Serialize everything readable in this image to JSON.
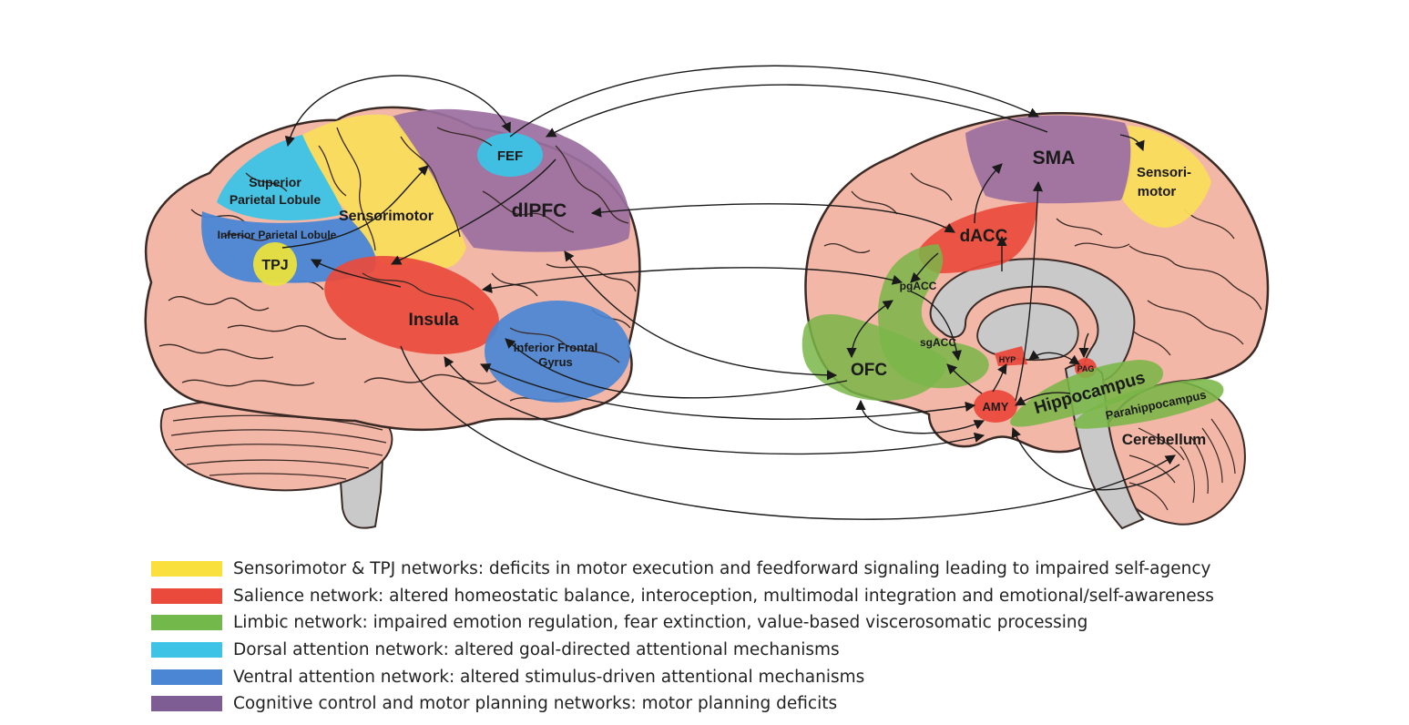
{
  "colors": {
    "brain": "#f2b7a6",
    "brain_edge": "#3a2a26",
    "sensorimotor": "#f9dc5c",
    "salience": "#ea4a3c",
    "limbic": "#7ab648",
    "dorsal": "#3cc3e6",
    "ventral": "#4a86d4",
    "cognitive": "#9b6fa0",
    "gray": "#c9c9c9",
    "arrow": "#1a1a1a"
  },
  "lateral": {
    "superior_parietal_1": "Superior",
    "superior_parietal_2": "Parietal Lobule",
    "inferior_parietal": "Inferior Parietal Lobule",
    "tpj": "TPJ",
    "sensorimotor": "Sensorimotor",
    "fef": "FEF",
    "dlpfc": "dlPFC",
    "insula": "Insula",
    "ifg_1": "Inferior Frontal",
    "ifg_2": "Gyrus"
  },
  "medial": {
    "sma": "SMA",
    "sensorimotor_1": "Sensori-",
    "sensorimotor_2": "motor",
    "dacc": "dACC",
    "pgacc": "pgACC",
    "sgacc": "sgACC",
    "ofc": "OFC",
    "hyp": "HYP",
    "pag": "PAG",
    "amy": "AMY",
    "hippocampus": "Hippocampus",
    "parahippocampus": "Parahippocampus",
    "cerebellum": "Cerebellum"
  },
  "legend": [
    {
      "color": "#f9e03c",
      "text": "Sensorimotor & TPJ networks: deficits in motor execution and feedforward signaling leading to impaired self-agency"
    },
    {
      "color": "#ea4a3c",
      "text": "Salience network: altered homeostatic balance, interoception, multimodal integration and emotional/self-awareness"
    },
    {
      "color": "#72b84a",
      "text": "Limbic network: impaired emotion regulation, fear extinction, value-based viscerosomatic processing"
    },
    {
      "color": "#3cc3e6",
      "text": "Dorsal attention network: altered goal-directed attentional mechanisms"
    },
    {
      "color": "#4a86d4",
      "text": "Ventral attention network: altered stimulus-driven attentional mechanisms"
    },
    {
      "color": "#7d5d94",
      "text": "Cognitive control and motor planning networks: motor planning deficits"
    }
  ]
}
